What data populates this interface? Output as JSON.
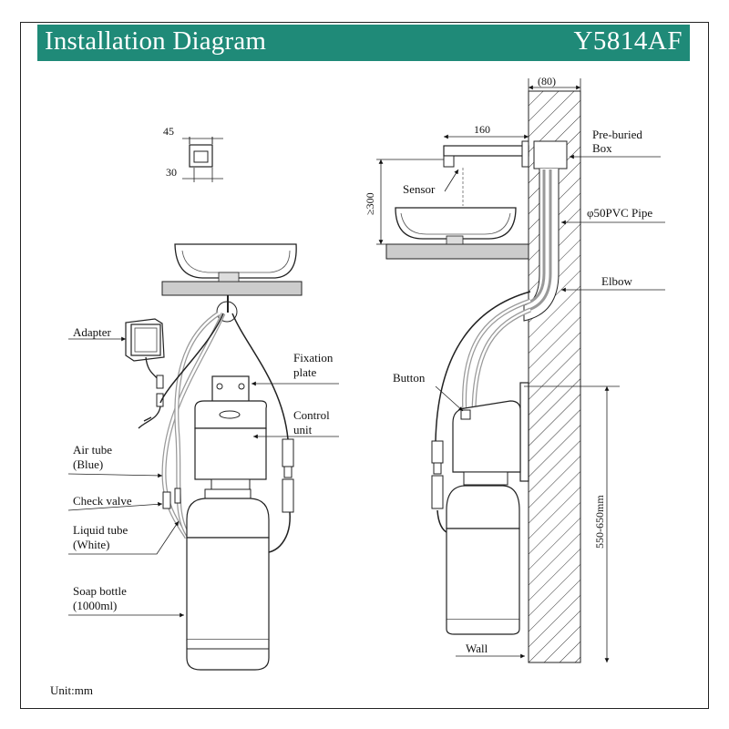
{
  "header": {
    "title": "Installation Diagram",
    "model": "Y5814AF",
    "bg_color": "#1f8a78"
  },
  "dimensions": {
    "faucet_w": "45",
    "faucet_h": "30",
    "wall_gap": "(80)",
    "spout_len": "160",
    "basin_h": "≥300",
    "height_range": "550-650mm"
  },
  "labels": {
    "adapter": "Adapter",
    "fixation_1": "Fixation",
    "fixation_2": "plate",
    "control_1": "Control",
    "control_2": "unit",
    "air_1": "Air tube",
    "air_2": "(Blue)",
    "check_valve": "Check valve",
    "liquid_1": "Liquid tube",
    "liquid_2": "(White)",
    "soap_1": "Soap bottle",
    "soap_2": "(1000ml)",
    "unit": "Unit:mm",
    "preburied_1": "Pre-buried",
    "preburied_2": "Box",
    "sensor": "Sensor",
    "pipe": "φ50PVC Pipe",
    "elbow": "Elbow",
    "button": "Button",
    "wall": "Wall"
  }
}
